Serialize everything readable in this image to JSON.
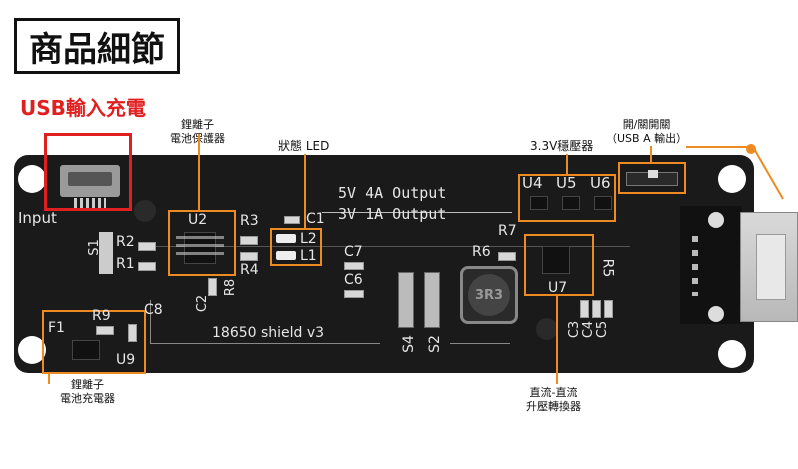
{
  "header": {
    "title": "商品細節",
    "usb_input_label": "USB輸入充電"
  },
  "callouts": {
    "li_protect": [
      "鋰離子",
      "電池保護器"
    ],
    "status_led": "狀態 LED",
    "regulator": "3.3V穩壓器",
    "switch": [
      "開/關開關",
      "（USB A 輸出）"
    ],
    "li_charger": [
      "鋰離子",
      "電池充電器"
    ],
    "boost": [
      "直流-直流",
      "升壓轉換器"
    ]
  },
  "silkscreen": {
    "input": "Input",
    "out1": "5V  4A  Output",
    "out2": "3V  1A  Output",
    "shield": "18650    shield      v3",
    "labels": {
      "u2": "U2",
      "r3": "R3",
      "c1": "C1",
      "l2": "L2",
      "l1": "L1",
      "r2": "R2",
      "r1": "R1",
      "r4": "R4",
      "r8": "R8",
      "c2": "C2",
      "s1": "S1",
      "c7": "C7",
      "c6": "C6",
      "r6": "R6",
      "r7": "R7",
      "u4": "U4",
      "u5": "U5",
      "u6": "U6",
      "u7": "U7",
      "r5": "R5",
      "f1": "F1",
      "r9": "R9",
      "c8": "C8",
      "u9": "U9",
      "s4": "S4",
      "s2": "S2",
      "c5": "C5",
      "c4": "C4",
      "c3": "C3",
      "inductor": "3R3"
    }
  },
  "colors": {
    "highlight": "#ee8a22",
    "usb_highlight": "#e02020",
    "board": "#1a1a1a"
  }
}
